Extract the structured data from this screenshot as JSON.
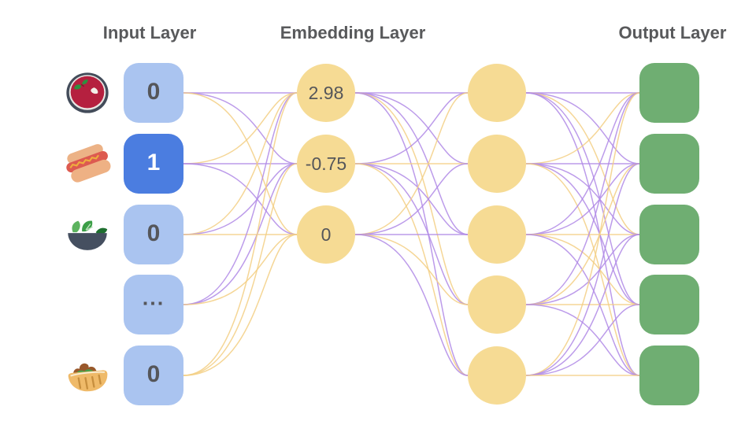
{
  "headings": {
    "input": "Input Layer",
    "embedding": "Embedding Layer",
    "output": "Output Layer"
  },
  "input_nodes": [
    {
      "icon": "borscht-bowl",
      "value": "0",
      "active": false
    },
    {
      "icon": "hot-dog",
      "value": "1",
      "active": true
    },
    {
      "icon": "green-salad",
      "value": "0",
      "active": false
    },
    {
      "icon": "",
      "value": "...",
      "active": false
    },
    {
      "icon": "stuffed-flatbread",
      "value": "0",
      "active": false
    }
  ],
  "embedding_nodes": [
    {
      "value": "2.98"
    },
    {
      "value": "-0.75"
    },
    {
      "value": "0"
    }
  ],
  "hidden_nodes_count": 5,
  "output_nodes_count": 5,
  "colors": {
    "heading_text": "#58595b",
    "node_text": "#55565a",
    "input_node": "#aac4f0",
    "input_node_active": "#4b7de0",
    "embedding_node": "#f6db94",
    "output_node": "#6fae72",
    "edge_purple": "#b08ae6",
    "edge_yellow": "#f3cf84"
  },
  "edges": {
    "input_to_embedding": [
      [
        "purple",
        "purple",
        "yellow"
      ],
      [
        "yellow",
        "purple",
        "purple"
      ],
      [
        "yellow",
        "purple",
        "yellow"
      ],
      [
        "purple",
        "purple",
        "yellow"
      ],
      [
        "yellow",
        "yellow",
        "yellow"
      ]
    ],
    "embedding_to_hidden": [
      [
        "purple",
        "purple",
        "purple",
        "yellow",
        "purple"
      ],
      [
        "purple",
        "yellow",
        "purple",
        "purple",
        "yellow"
      ],
      [
        "yellow",
        "purple",
        "purple",
        "yellow",
        "purple"
      ]
    ],
    "hidden_to_output": [
      [
        "purple",
        "purple",
        "yellow",
        "purple",
        "purple"
      ],
      [
        "yellow",
        "purple",
        "purple",
        "purple",
        "yellow"
      ],
      [
        "purple",
        "purple",
        "yellow",
        "yellow",
        "purple"
      ],
      [
        "purple",
        "yellow",
        "purple",
        "yellow",
        "purple"
      ],
      [
        "yellow",
        "purple",
        "purple",
        "purple",
        "yellow"
      ]
    ]
  }
}
